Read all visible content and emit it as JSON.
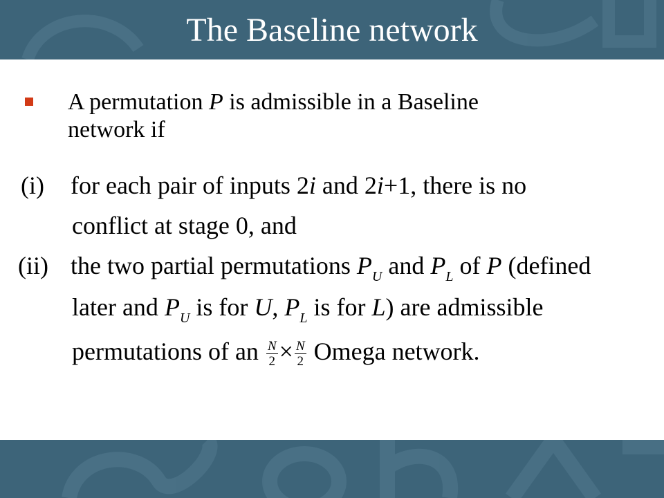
{
  "slide": {
    "title": "The Baseline network",
    "bullet": {
      "line1_prefix": "A permutation ",
      "P": "P",
      "line1_suffix": " is admissible in a Baseline",
      "line2": "network if"
    },
    "conditions": {
      "i_label": "(i)",
      "i_line1_a": "for each pair of inputs 2",
      "i_var1": "i",
      "i_line1_b": " and 2",
      "i_var2": "i",
      "i_line1_c": "+1, there is no",
      "i_line2": "conflict at stage 0, and",
      "ii_label": "(ii)",
      "ii_line1_a": "the two partial permutations ",
      "P": "P",
      "U": "U",
      "L": "L",
      "ii_line1_b": " and ",
      "ii_line1_c": " of ",
      "ii_line1_d": " (defined",
      "ii_line2_a": "later and ",
      "ii_line2_b": " is for ",
      "ii_line2_c": ", ",
      "ii_line2_d": " is for ",
      "ii_line2_e": ") are admissible",
      "ii_line3_a": "permutations of an ",
      "frac_num": "N",
      "frac_den": "2",
      "times": "×",
      "ii_line3_b": " Omega network."
    }
  },
  "colors": {
    "band": "#3d6479",
    "bullet": "#d23a16",
    "title_text": "#ffffff"
  }
}
